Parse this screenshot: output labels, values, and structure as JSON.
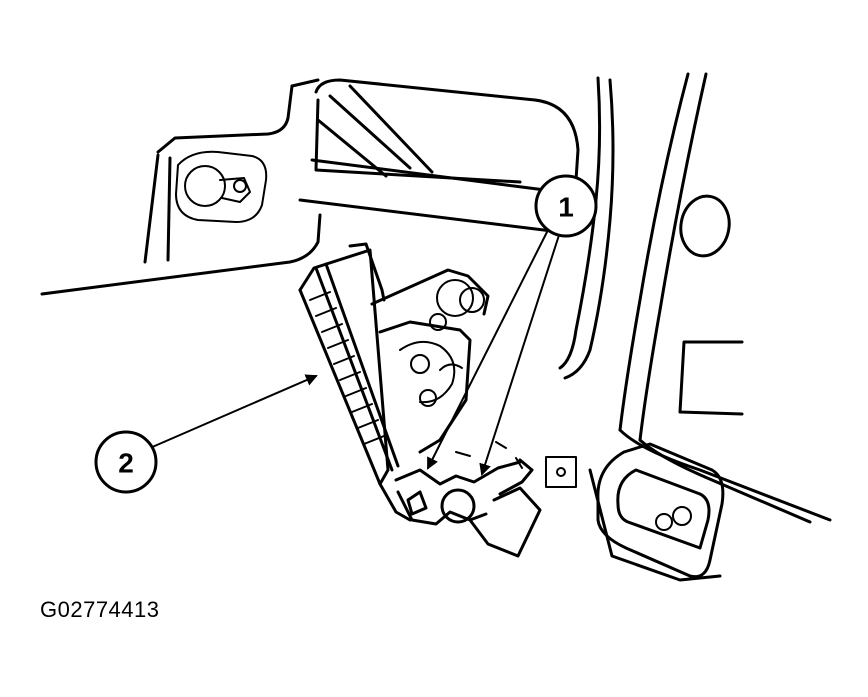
{
  "callouts": [
    {
      "id": "1",
      "label": "1"
    },
    {
      "id": "2",
      "label": "2"
    }
  ],
  "figure_code": "G02774413",
  "colors": {
    "line": "#000000",
    "background": "#ffffff"
  }
}
